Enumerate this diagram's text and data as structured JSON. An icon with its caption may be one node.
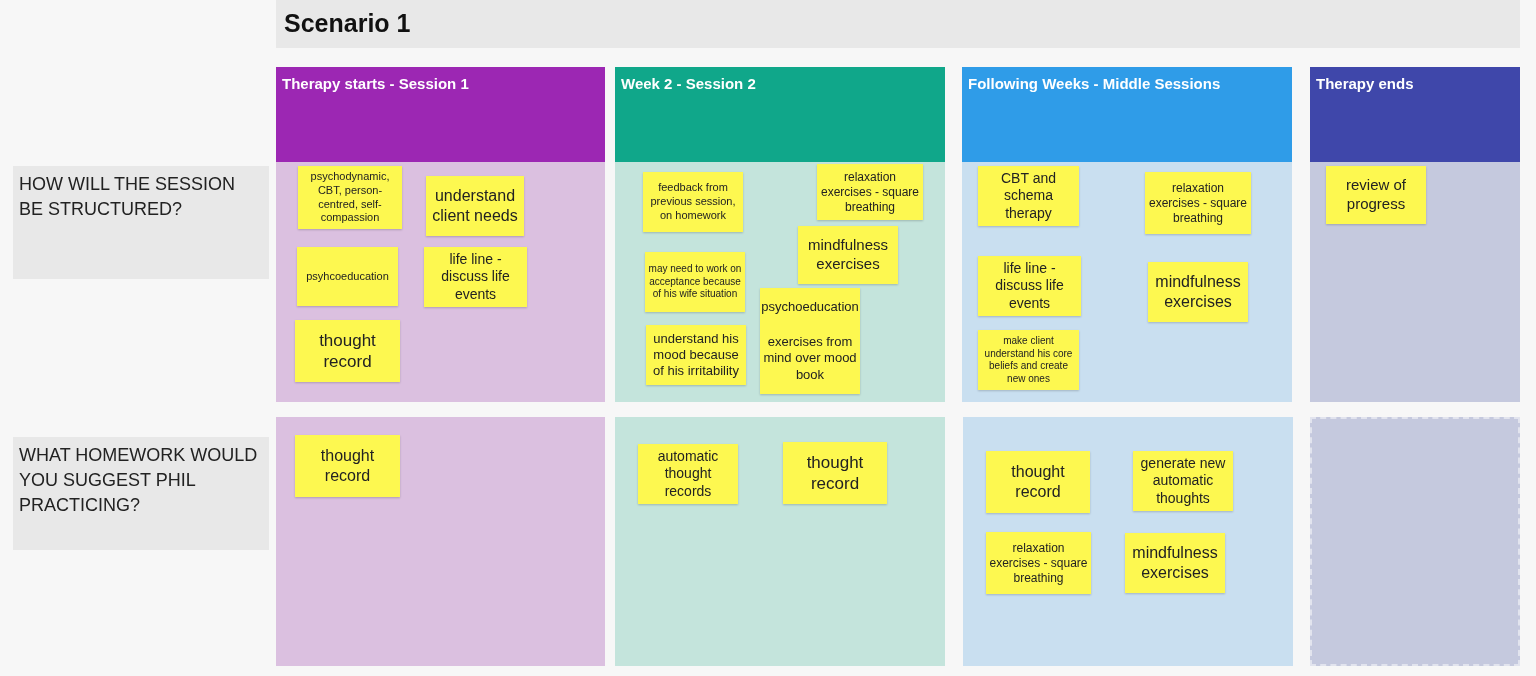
{
  "diagram": {
    "title": "Scenario 1",
    "nodes": [
      {
        "text": [
          "Therapy starts - Session 1"
        ]
      },
      {
        "text": [
          "Week 2 - Session 2"
        ]
      },
      {
        "text": [
          "Following Weeks - Middle Sessions"
        ]
      },
      {
        "text": [
          "Therapy ends"
        ]
      },
      {
        "text": [
          "HOW WILL THE SESSION BE STRUCTURED?"
        ]
      },
      {
        "text": [
          "WHAT HOMEWORK WOULD YOU SUGGEST PHIL PRACTICING?"
        ]
      },
      {
        "text": [],
        "shape": "box"
      },
      {
        "text": [],
        "shape": "box"
      },
      {
        "text": [],
        "shape": "box"
      },
      {
        "text": [],
        "shape": "box"
      },
      {
        "text": [],
        "shape": "box"
      },
      {
        "text": [],
        "shape": "box"
      },
      {
        "text": [],
        "shape": "box"
      },
      {
        "text": [],
        "shape": "box"
      },
      {
        "text": [
          "psychodynamic, CBT, person-centred, self-compassion"
        ],
        "in": 6
      },
      {
        "text": [
          "understand client needs"
        ],
        "in": 6
      },
      {
        "text": [
          "psyhcoeducation"
        ],
        "in": 6
      },
      {
        "text": [
          "life line - discuss life events"
        ],
        "in": 6
      },
      {
        "text": [
          "thought record"
        ],
        "in": 6
      },
      {
        "text": [
          "feedback from previous session, on homework"
        ],
        "in": 7
      },
      {
        "text": [
          "relaxation exercises - square breathing"
        ],
        "in": 7
      },
      {
        "text": [
          "mindfulness exercises"
        ],
        "in": 7
      },
      {
        "text": [
          "may need to work on acceptance because of his wife situation"
        ],
        "in": 7
      },
      {
        "text": [
          "psychoeducation",
          "exercises from mind over mood book"
        ],
        "in": 7
      },
      {
        "text": [
          "understand his mood because of his irritability"
        ],
        "in": 7
      },
      {
        "text": [
          "CBT and schema therapy"
        ],
        "in": 8
      },
      {
        "text": [
          "relaxation exercises - square breathing"
        ],
        "in": 8
      },
      {
        "text": [
          "life line - discuss life events"
        ],
        "in": 8
      },
      {
        "text": [
          "mindfulness exercises"
        ],
        "in": 8
      },
      {
        "text": [
          "make client understand his core beliefs and create new ones"
        ],
        "in": 8
      },
      {
        "text": [
          "review of progress"
        ],
        "in": 9
      },
      {
        "text": [
          "thought record"
        ],
        "in": 10
      },
      {
        "text": [
          "automatic thought records"
        ],
        "in": 11
      },
      {
        "text": [
          "thought record"
        ],
        "in": 11
      },
      {
        "text": [
          "thought record"
        ],
        "in": 12
      },
      {
        "text": [
          "generate new automatic thoughts"
        ],
        "in": 12
      },
      {
        "text": [
          "relaxation exercises - square breathing"
        ],
        "in": 12
      },
      {
        "text": [
          "mindfulness exercises"
        ],
        "in": 12
      }
    ]
  }
}
